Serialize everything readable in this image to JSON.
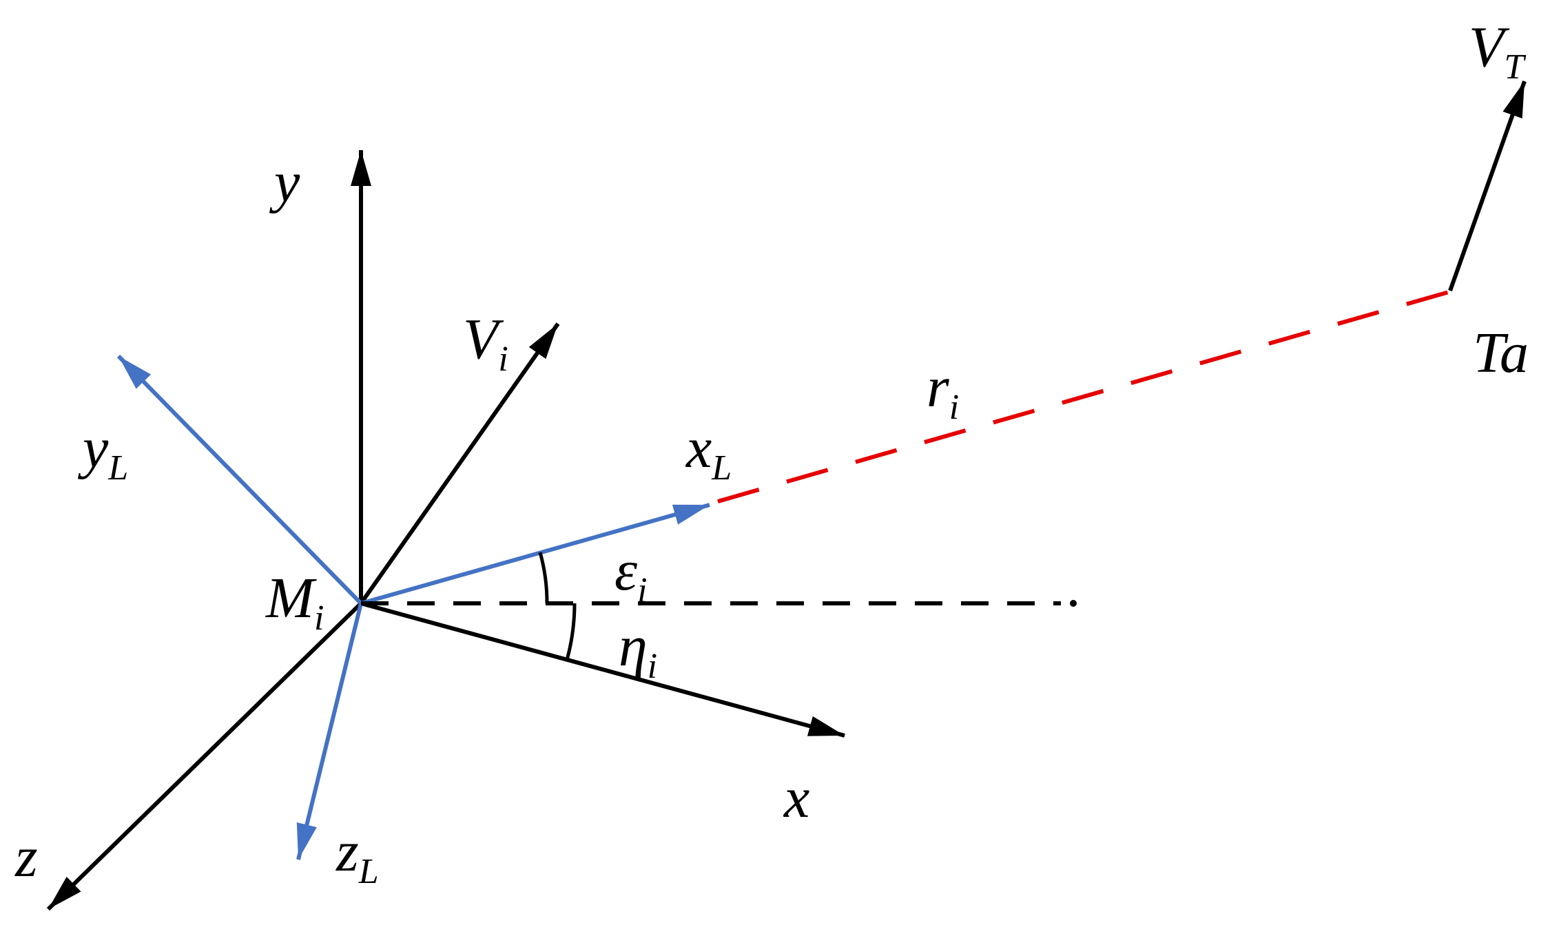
{
  "figure": {
    "background": "#ffffff",
    "colors": {
      "axis": "#000000",
      "los_frame": "#4472c4",
      "range_line": "#e60000",
      "target_label": "#4472c4"
    },
    "labels": {
      "y": {
        "main": "y",
        "sub": ""
      },
      "yL": {
        "main": "y",
        "sub": "L"
      },
      "Vi": {
        "main": "V",
        "sub": "i"
      },
      "xL": {
        "main": "x",
        "sub": "L"
      },
      "ri": {
        "main": "r",
        "sub": "i"
      },
      "VT": {
        "main": "V",
        "sub": "T"
      },
      "Ta": {
        "main": "Ta",
        "sub": ""
      },
      "Mi": {
        "main": "M",
        "sub": "i"
      },
      "epsilonI": {
        "main": "ε",
        "sub": "i"
      },
      "etaI": {
        "main": "η",
        "sub": "i"
      },
      "x": {
        "main": "x",
        "sub": ""
      },
      "z": {
        "main": "z",
        "sub": ""
      },
      "zL": {
        "main": "z",
        "sub": "L"
      }
    }
  }
}
